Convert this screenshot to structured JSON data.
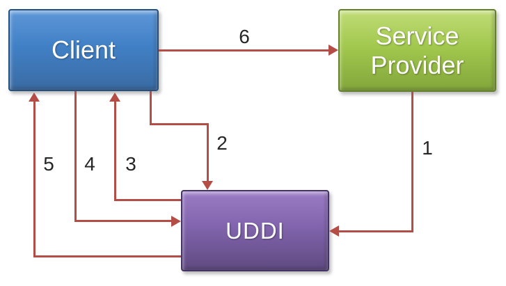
{
  "diagram": {
    "type": "flow-diagram",
    "background": "#ffffff",
    "arrow_color": "#b54d47",
    "label_color": "#262626",
    "nodes": [
      {
        "id": "client",
        "label": "Client",
        "fill_top": "#5e97d8",
        "fill": "#4180c6",
        "fill_bottom": "#3a6ba3",
        "border": "#26517e",
        "text_color": "#ffffff"
      },
      {
        "id": "service-provider",
        "label": "Service Provider",
        "fill_top": "#c0dc77",
        "fill": "#a2c84e",
        "fill_bottom": "#83a63b",
        "border": "#647f2e",
        "text_color": "#ffffff"
      },
      {
        "id": "uddi",
        "label": "UDDI",
        "fill_top": "#9a7cc4",
        "fill": "#8164ad",
        "fill_bottom": "#5f4a80",
        "border": "#443463",
        "text_color": "#ffffff"
      }
    ],
    "edges": [
      {
        "label": "1",
        "from": "service-provider",
        "to": "uddi"
      },
      {
        "label": "2",
        "from": "client",
        "to": "uddi"
      },
      {
        "label": "3",
        "from": "uddi",
        "to": "client"
      },
      {
        "label": "4",
        "from": "client",
        "to": "uddi"
      },
      {
        "label": "5",
        "from": "uddi",
        "to": "client"
      },
      {
        "label": "6",
        "from": "client",
        "to": "service-provider"
      }
    ]
  }
}
